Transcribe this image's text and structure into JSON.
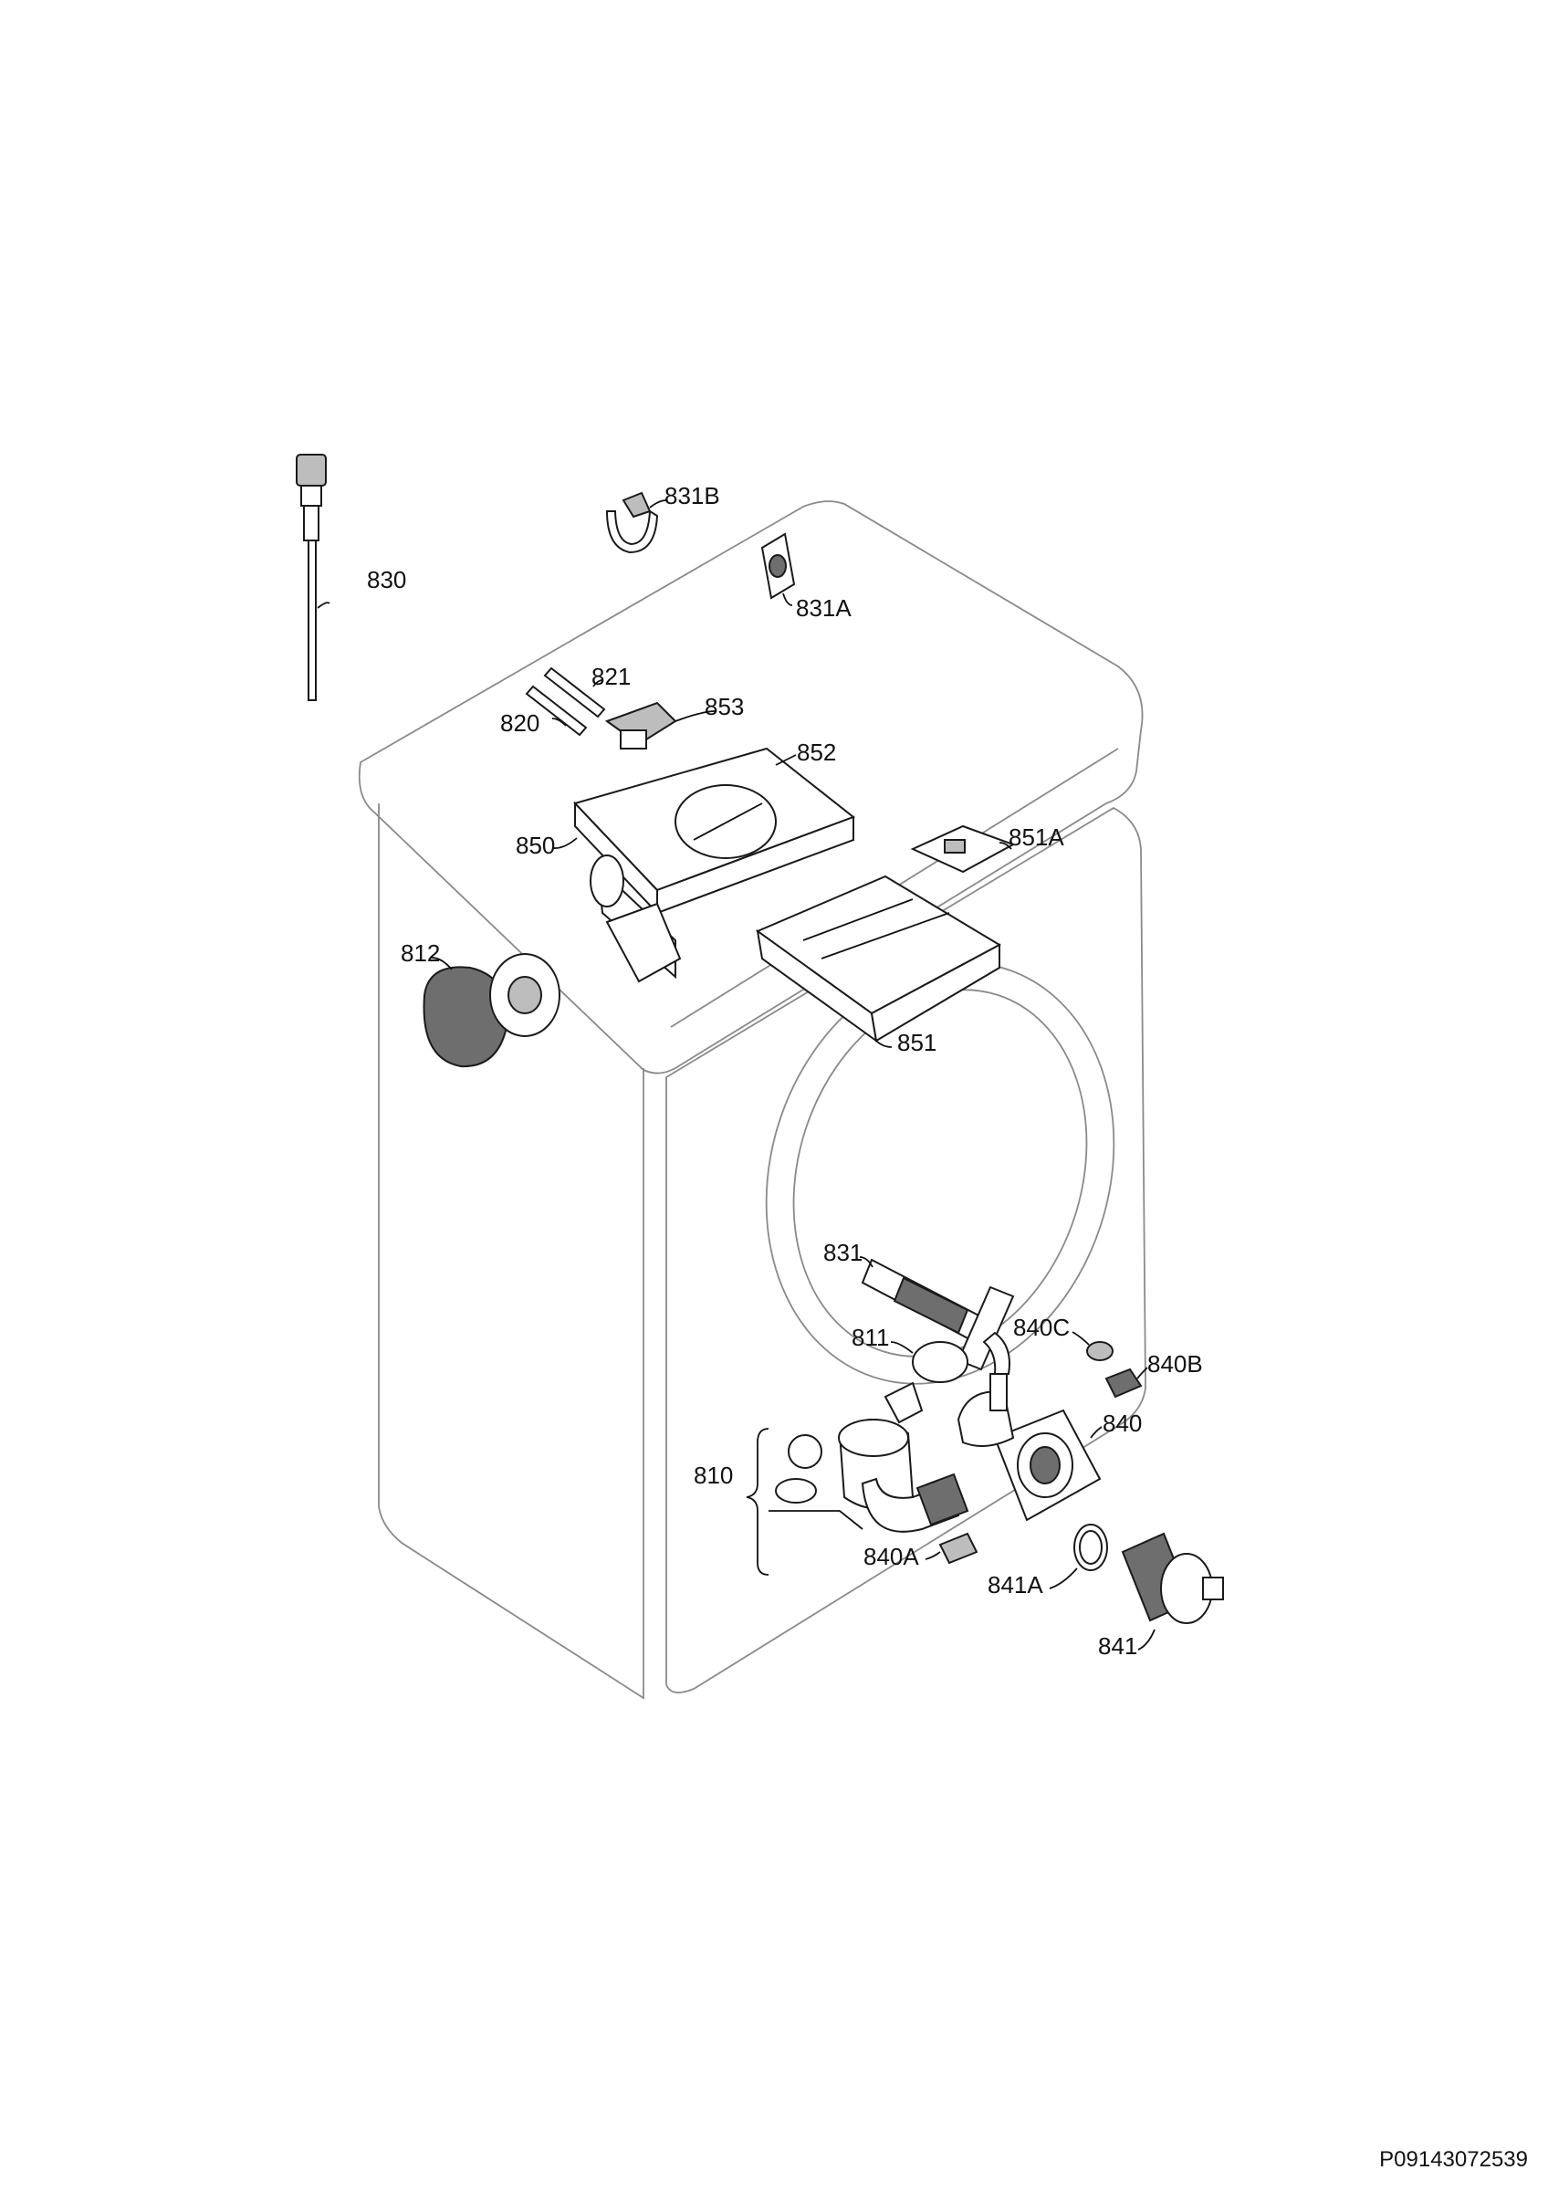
{
  "labels": {
    "l810": "810",
    "l811": "811",
    "l812": "812",
    "l820": "820",
    "l821": "821",
    "l830": "830",
    "l831": "831",
    "l831A": "831A",
    "l831B": "831B",
    "l840": "840",
    "l840A": "840A",
    "l840B": "840B",
    "l840C": "840C",
    "l841": "841",
    "l841A": "841A",
    "l850": "850",
    "l851": "851",
    "l851A": "851A",
    "l852": "852",
    "l853": "853"
  },
  "reference_code": "P09143072539"
}
